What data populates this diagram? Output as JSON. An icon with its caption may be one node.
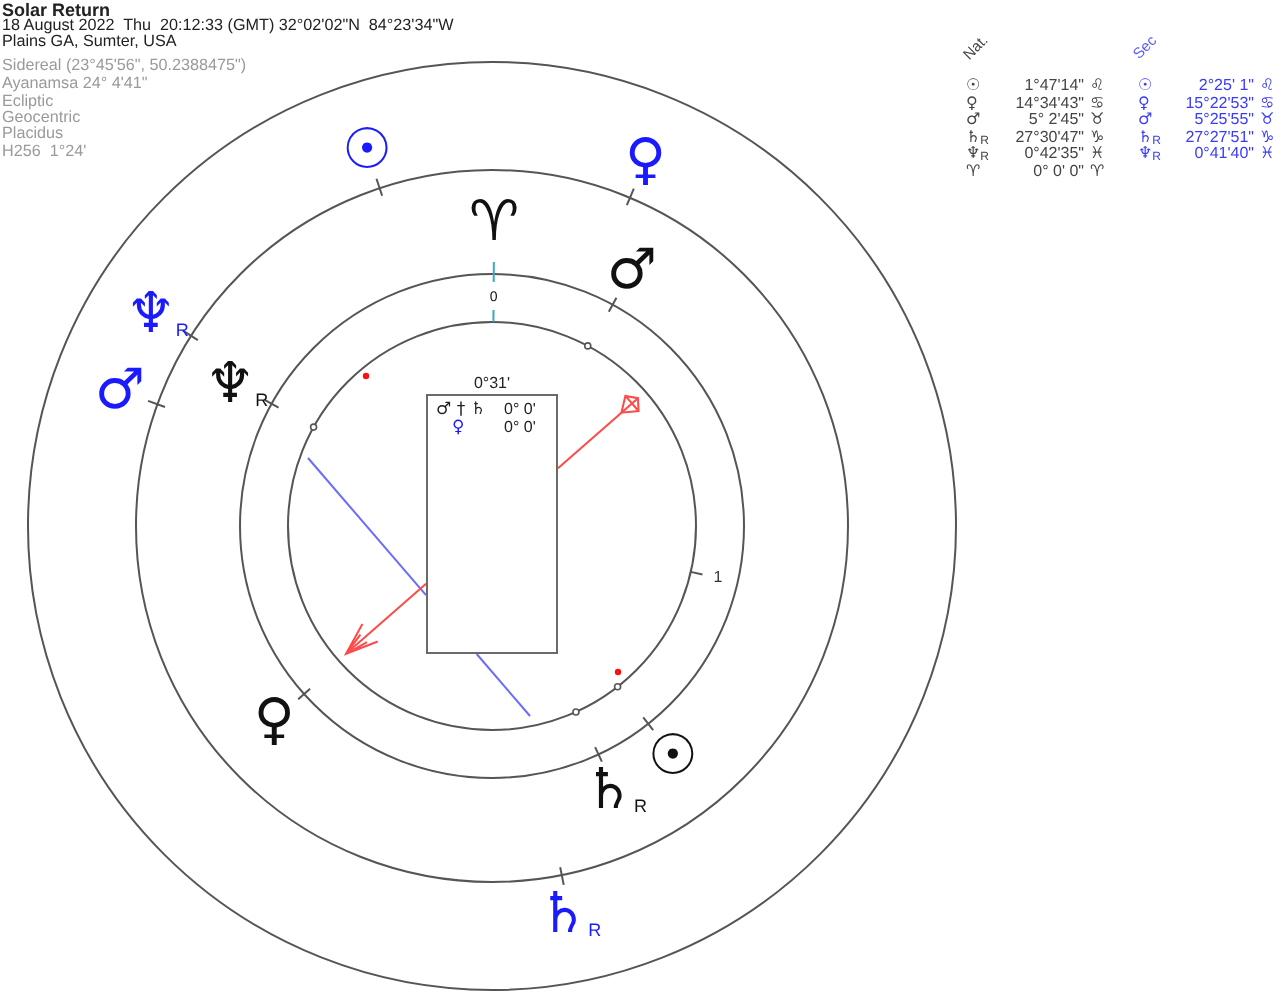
{
  "diagram": {
    "title": "Solar Return",
    "nodes": [
      {
        "text": [
          "0°31'",
          "♂ † ♄",
          "0° 0'",
          "♀",
          "0° 0'"
        ]
      }
    ],
    "labels": [
      "18 August 2022  Thu  20:12:33 (GMT) 32°02'02\"N  84°23'34\"W",
      "Plains GA, Sumter, USA",
      "Sidereal (23°45'56\", 50.2388475\")",
      "Ayanamsa 24° 4'41\"",
      "Ecliptic",
      "Geocentric",
      "Placidus",
      "H256  1°24'",
      "Nat.",
      "Sec",
      "☉",
      "1°47'14\"",
      "♌",
      "☉",
      "2°25' 1\"",
      "♌",
      "♀",
      "14°34'43\"",
      "♋",
      "♀",
      "15°22'53\"",
      "♋",
      "♂",
      "5° 2'45\"",
      "♉",
      "♂",
      "5°25'55\"",
      "♉",
      "♄$_{R}$",
      "27°30'47\"",
      "♑",
      "♄$_{R}$",
      "27°27'51\"",
      "♑",
      "♆$_{R}$",
      "0°42'35\"",
      "♓",
      "♆$_{R}$",
      "0°41'40\"",
      "♓",
      "♈",
      "0° 0' 0\"",
      "♈",
      "☉",
      "♀",
      "♈",
      "♂",
      "♆$_{R}$",
      "0",
      "♂",
      "♆$_{R}$",
      "1",
      "♀",
      "☉",
      "♄$_{R}$",
      "♄$_{R}$"
    ]
  }
}
